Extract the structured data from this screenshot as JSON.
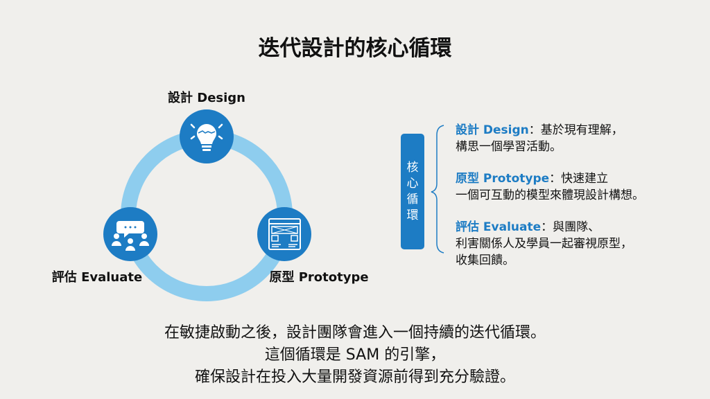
{
  "title": "迭代設計的核心循環",
  "cycle": {
    "design_label": "設計 Design",
    "prototype_label": "原型 Prototype",
    "evaluate_label": "評估 Evaluate",
    "icons": [
      "lightbulb-icon",
      "wireframe-icon",
      "team-discussion-icon"
    ]
  },
  "core_box": {
    "chars": [
      "核",
      "心",
      "循",
      "環"
    ]
  },
  "descriptions": [
    {
      "term": "設計 Design",
      "sep": "：",
      "lines": [
        "基於現有理解，",
        "構思一個學習活動。"
      ]
    },
    {
      "term": "原型 Prototype",
      "sep": "：",
      "lines": [
        "快速建立",
        "一個可互動的模型來體現設計構想。"
      ]
    },
    {
      "term": "評估 Evaluate",
      "sep": "：",
      "lines": [
        "與團隊、",
        "利害關係人及學員一起審視原型，",
        "收集回饋。"
      ]
    }
  ],
  "bottom_text": [
    "在敏捷啟動之後，設計團隊會進入一個持續的迭代循環。",
    "這個循環是 SAM 的引擎，",
    "確保設計在投入大量開發資源前得到充分驗證。"
  ],
  "colors": {
    "primary": "#1d7cc4",
    "ring": "#8ecdee",
    "background": "#f0efec"
  }
}
